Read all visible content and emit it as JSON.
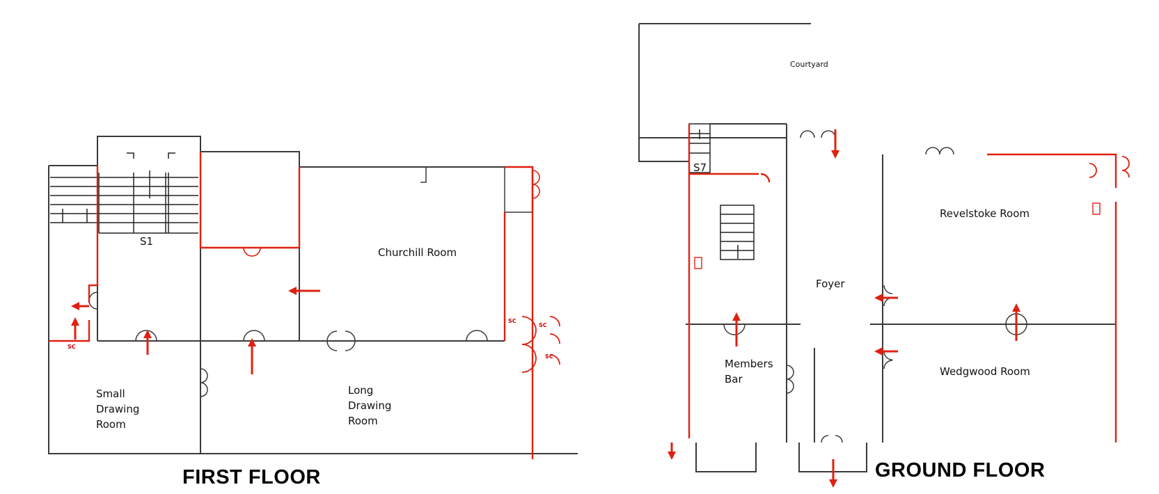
{
  "first_floor": {
    "title": "FIRST FLOOR",
    "rooms": {
      "s1": "S1",
      "churchill": "Churchill Room",
      "small_drawing": "Small\nDrawing\nRoom",
      "long_drawing": "Long\nDrawing\nRoom"
    },
    "self_closer": "SC"
  },
  "ground_floor": {
    "title": "GROUND FLOOR",
    "rooms": {
      "courtyard": "Courtyard",
      "s7": "S7",
      "revelstoke": "Revelstoke Room",
      "foyer": "Foyer",
      "members_bar": "Members\nBar",
      "wedgwood": "Wedgwood Room"
    }
  },
  "colors": {
    "wall": "#3a3a3a",
    "fire_route": "#e02010"
  }
}
